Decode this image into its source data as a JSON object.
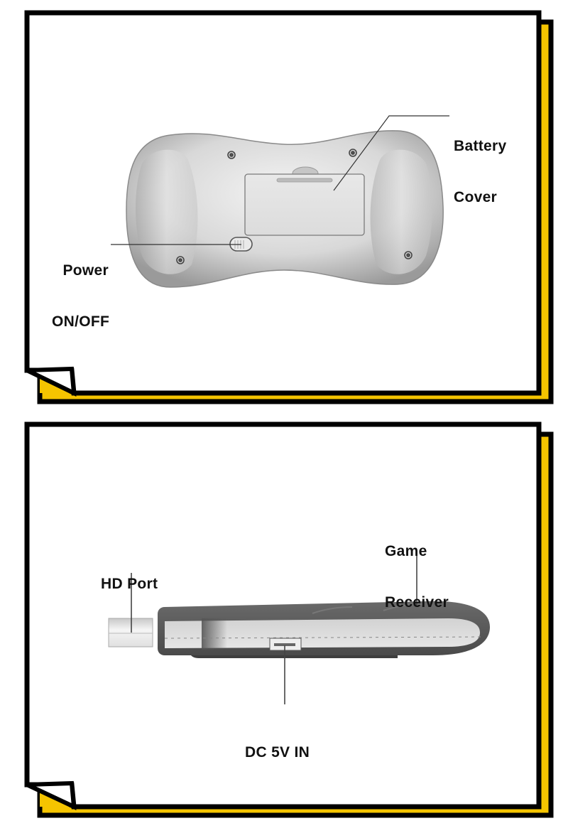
{
  "panels": [
    {
      "id": "controller-back",
      "subject": "wireless game controller (rear view)",
      "callouts": [
        {
          "name": "battery-cover",
          "line1": "Battery",
          "line2": "Cover"
        },
        {
          "name": "power-switch",
          "line1": "Power",
          "line2": "ON/OFF"
        }
      ]
    },
    {
      "id": "receiver-side",
      "subject": "game receiver dongle (side view)",
      "callouts": [
        {
          "name": "hd-port",
          "line1": "HD Port"
        },
        {
          "name": "game-receiver",
          "line1": "Game",
          "line2": "Receiver"
        },
        {
          "name": "dc-input",
          "line1": "DC 5V IN"
        }
      ]
    }
  ],
  "colors": {
    "frame": "#000000",
    "accent": "#f5c400",
    "background": "#ffffff",
    "device_body": "#d4d4d4",
    "leader_line": "#333333"
  }
}
